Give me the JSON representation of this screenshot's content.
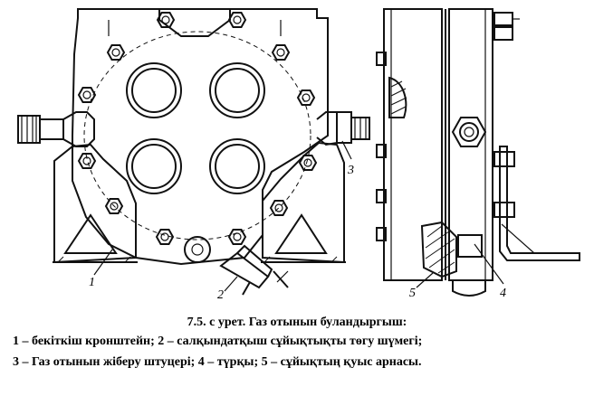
{
  "figure": {
    "callouts": [
      "1",
      "2",
      "3",
      "4",
      "5"
    ]
  },
  "caption": {
    "title": "7.5. с урет.  Газ отынын буландыргыш:",
    "line1": "1 – бекіткіш кронштейн; 2 – салқындатқыш сұйықтықты төгу шүмегі;",
    "line2": "3 – Газ отынын жіберу штуцері; 4 – түрқы; 5 – сұйықтың қуыс арнасы."
  }
}
